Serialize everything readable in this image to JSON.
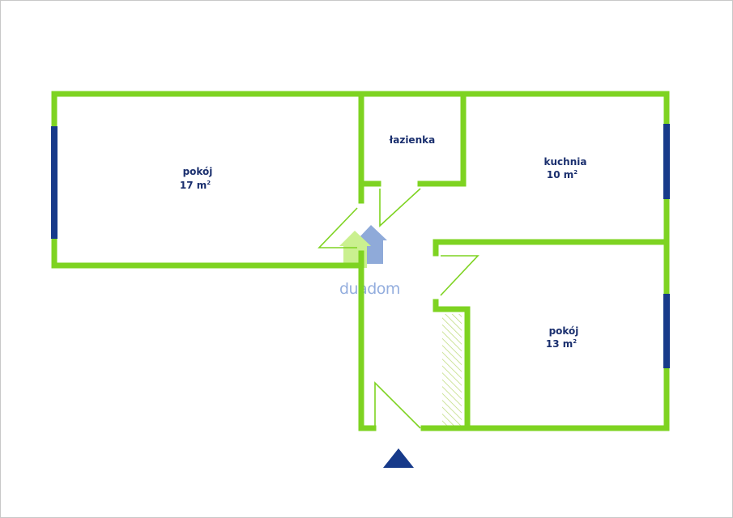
{
  "plan": {
    "colors": {
      "wall": "#7ed321",
      "window": "#173a8a",
      "label": "#1a2f6e",
      "entrance": "#173a8a",
      "logo_green": "#c8f08a",
      "logo_blue": "#8aa6d8"
    },
    "rooms": [
      {
        "id": "pokoj-17",
        "name": "pokój",
        "area": "17 m",
        "unit_sup": "2"
      },
      {
        "id": "lazienka",
        "name": "łazienka",
        "area": "",
        "unit_sup": ""
      },
      {
        "id": "kuchnia",
        "name": "kuchnia",
        "area": "10 m",
        "unit_sup": "2"
      },
      {
        "id": "pokoj-13",
        "name": "pokój",
        "area": "13 m",
        "unit_sup": "2"
      }
    ],
    "logo": {
      "text": "duadom",
      "icon": "house-logo-icon"
    },
    "entrance_icon": "entrance-arrow-icon"
  }
}
